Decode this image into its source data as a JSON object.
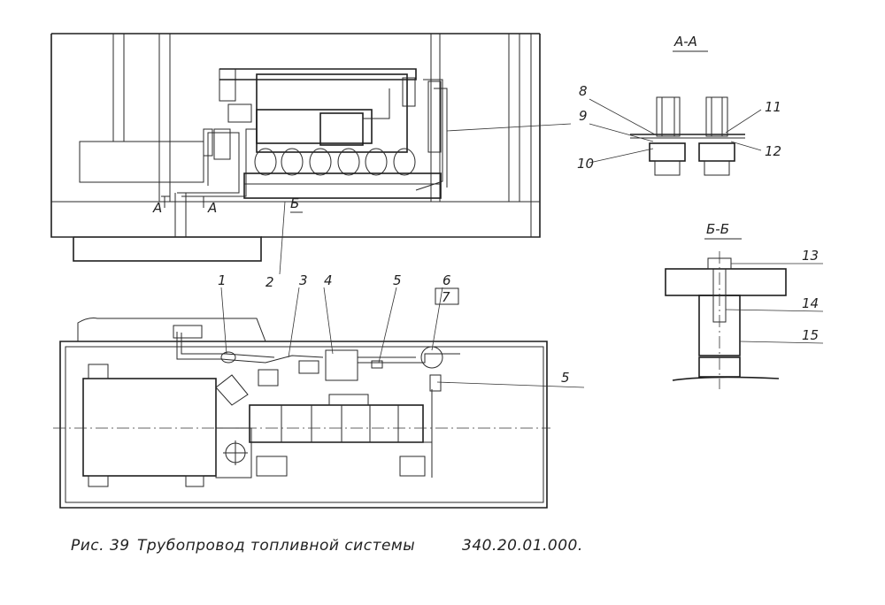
{
  "caption": {
    "prefix": "Рис. 39",
    "title": "Трубопровод топливной системы",
    "code": "340.20.01.000."
  },
  "sections": {
    "aa_title": "А-А",
    "bb_title": "Б-Б",
    "aa_mark": "А",
    "bb_mark": "Б"
  },
  "callouts": {
    "c1": "1",
    "c2": "2",
    "c3": "3",
    "c4": "4",
    "c5": "5",
    "c6": "6",
    "c7": "7",
    "c5b": "5",
    "c8": "8",
    "c9": "9",
    "c10": "10",
    "c11": "11",
    "c12": "12",
    "c13": "13",
    "c14": "14",
    "c15": "15"
  }
}
